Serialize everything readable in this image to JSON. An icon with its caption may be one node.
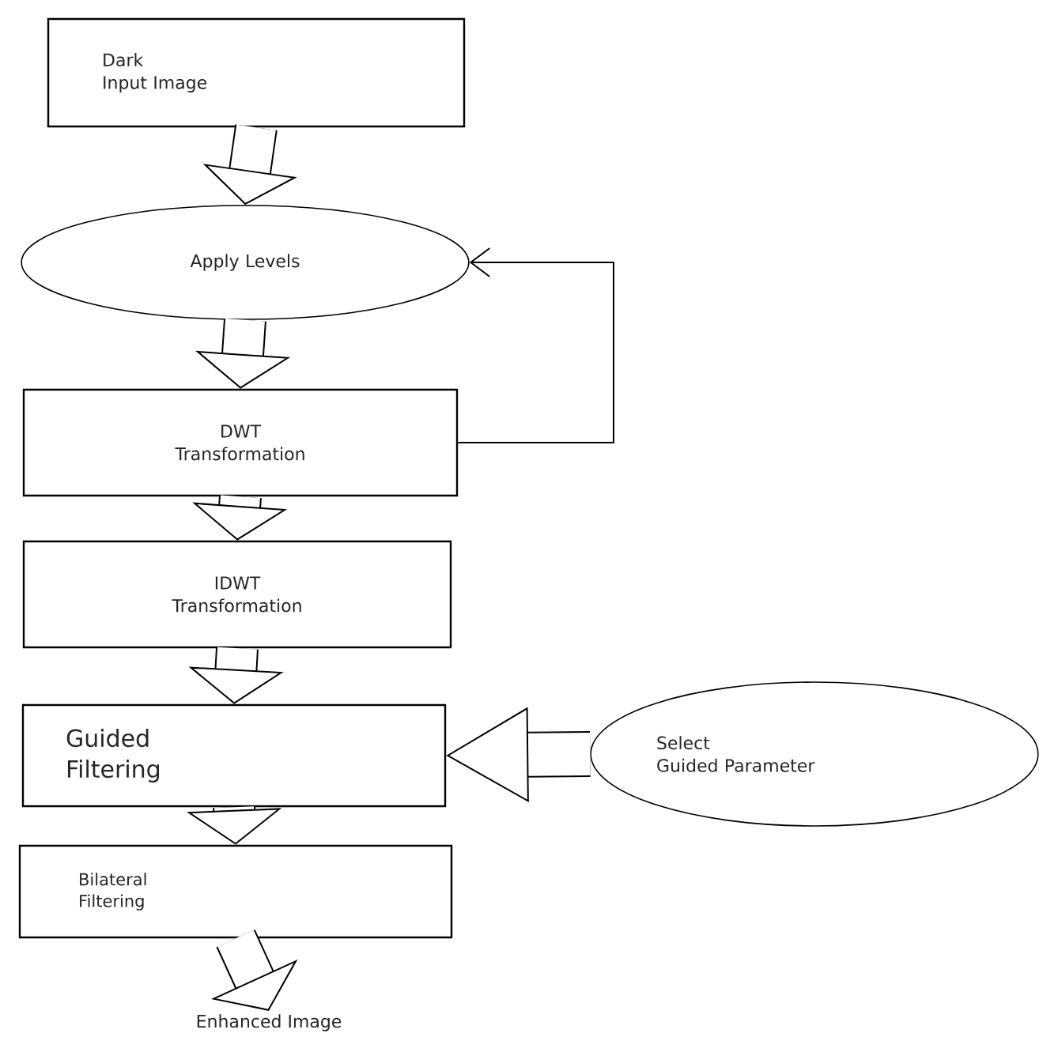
{
  "diagram": {
    "nodes": [
      {
        "text": [
          "Dark Input Image"
        ]
      },
      {
        "text": [
          "Apply Levels"
        ]
      },
      {
        "text": [
          "DWT Transformation"
        ]
      },
      {
        "text": [
          "IDWT Transformation"
        ]
      },
      {
        "text": [
          "Guided Filtering"
        ]
      },
      {
        "text": [
          "Select Guided Parameter"
        ]
      },
      {
        "text": [
          "Bilateral Filtering"
        ]
      },
      {
        "text": [
          "Enhanced Image"
        ]
      }
    ],
    "edges": [
      {
        "from": 0,
        "to": 1,
        "arrow": "to"
      },
      {
        "from": 1,
        "to": 2,
        "arrow": "to"
      },
      {
        "from": 2,
        "to": 1,
        "arrow": "to"
      },
      {
        "from": 2,
        "to": 3,
        "arrow": "to"
      },
      {
        "from": 3,
        "to": 4,
        "arrow": "to"
      },
      {
        "from": 5,
        "to": 4,
        "arrow": "to"
      },
      {
        "from": 4,
        "to": 6,
        "arrow": "to"
      },
      {
        "from": 6,
        "to": 7,
        "arrow": "to"
      }
    ]
  }
}
